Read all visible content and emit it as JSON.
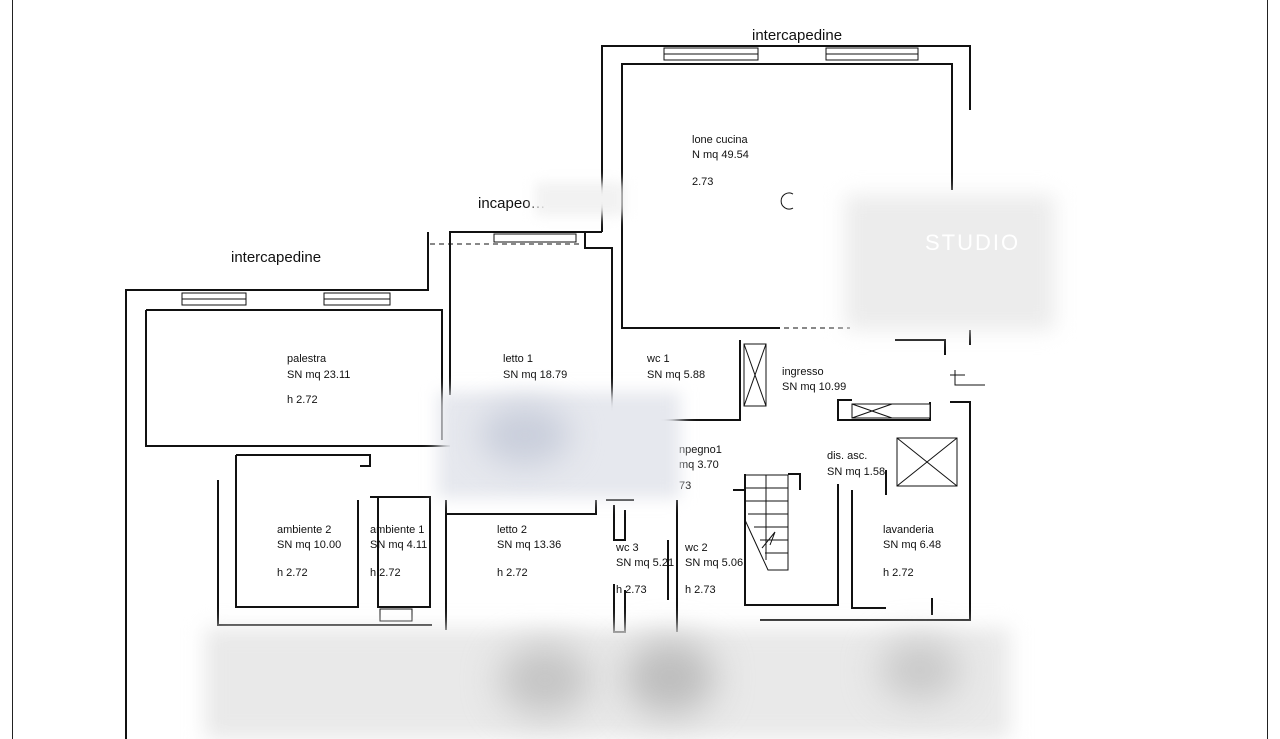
{
  "labels": {
    "intercapedine_top": "intercapedine",
    "intercapedine_mid": "in​capeo…",
    "intercapedine_left": "intercapedine",
    "watermark": "STUDIO"
  },
  "rooms": {
    "salone": {
      "name": "lone cucina",
      "area": "N mq 49.54",
      "h": "2.73"
    },
    "palestra": {
      "name": "palestra",
      "area": "SN mq 23.11",
      "h": "h 2.72"
    },
    "letto1": {
      "name": "letto 1",
      "area": "SN mq 18.79"
    },
    "wc1": {
      "name": "wc 1",
      "area": "SN mq 5.88"
    },
    "ingresso": {
      "name": "ingresso",
      "area": "SN mq 10.99"
    },
    "impegno": {
      "name": "npegno1",
      "area": "mq 3.70",
      "h": "73"
    },
    "disasc": {
      "name": "dis. asc.",
      "area": "SN mq 1.58"
    },
    "ambiente2": {
      "name": "ambiente 2",
      "area": "SN mq 10.00",
      "h": "h 2.72"
    },
    "ambiente1": {
      "name": "ambiente 1",
      "area": "SN mq 4.11",
      "h": "h 2.72"
    },
    "letto2": {
      "name": "letto 2",
      "area": "SN mq 13.36",
      "h": "h 2.72"
    },
    "wc3": {
      "name": "wc 3",
      "area": "SN mq 5.21",
      "h": "h 2.73"
    },
    "wc2": {
      "name": "wc 2",
      "area": "SN mq 5.06",
      "h": "h 2.73"
    },
    "lavanderia": {
      "name": "lavanderia",
      "area": "SN mq 6.48",
      "h": "h 2.72"
    }
  }
}
